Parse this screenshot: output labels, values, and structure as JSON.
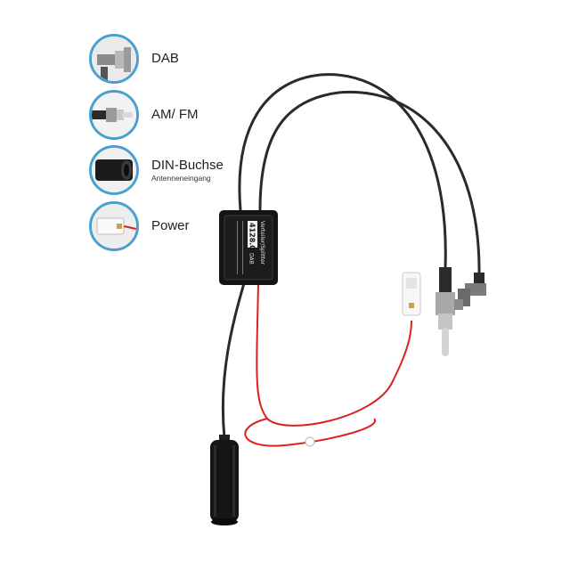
{
  "legend": {
    "items": [
      {
        "label": "DAB",
        "sublabel": "",
        "icon": "dab-connector-icon"
      },
      {
        "label": "AM/ FM",
        "sublabel": "",
        "icon": "am-fm-plug-icon"
      },
      {
        "label": "DIN-Buchse",
        "sublabel": "Antenneneingang",
        "icon": "din-socket-icon"
      },
      {
        "label": "Power",
        "sublabel": "",
        "icon": "power-connector-icon"
      }
    ]
  },
  "splitter": {
    "part_number": "4128.01",
    "lines": [
      "Verteiler/Splitter",
      "DAB"
    ]
  },
  "colors": {
    "icon_ring": "#4a9fcf",
    "cable_black": "#2a2a2a",
    "cable_red": "#d9211f",
    "module_body": "#141414"
  }
}
